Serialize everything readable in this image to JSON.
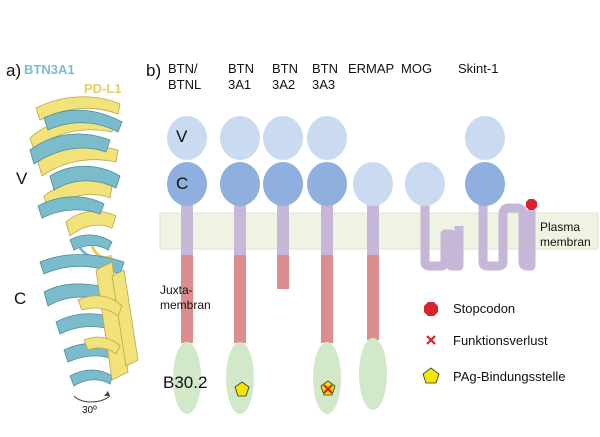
{
  "panel_a": {
    "label": "a)",
    "name_1": "BTN3A1",
    "name_2": "PD-L1",
    "domain_v": "V",
    "domain_c": "C",
    "rotation": "30º",
    "colors": {
      "btn3a1": "#7bbccc",
      "pdl1": "#f2e27a"
    }
  },
  "panel_b": {
    "label": "b)",
    "columns": [
      {
        "line1": "BTN/",
        "line2": "BTNL"
      },
      {
        "line1": "BTN",
        "line2": "3A1"
      },
      {
        "line1": "BTN",
        "line2": "3A2"
      },
      {
        "line1": "BTN",
        "line2": "3A3"
      },
      {
        "line1": "ERMAP",
        "line2": ""
      },
      {
        "line1": "MOG",
        "line2": ""
      },
      {
        "line1": "Skint-1",
        "line2": ""
      }
    ],
    "domain_v": "V",
    "domain_c": "C",
    "juxta_label_1": "Juxta-",
    "juxta_label_2": "membran",
    "b302_label": "B30.2",
    "plasma_label_1": "Plasma",
    "plasma_label_2": "membran",
    "legend": {
      "stop": "Stopcodon",
      "loss": "Funktionsverlust",
      "pag": "PAg-Bindungsstelle"
    },
    "colors": {
      "v_domain": "#c9daf1",
      "c_domain": "#8fb0de",
      "membrane_band": "#eef3e2",
      "transmembrane": "#c6b6d8",
      "juxtamembrane": "#dc8e8e",
      "b302": "#d1e8c9",
      "stop_marker": "#d9242b",
      "loss_marker": "#e02020",
      "pag_marker": "#f5e600"
    }
  }
}
